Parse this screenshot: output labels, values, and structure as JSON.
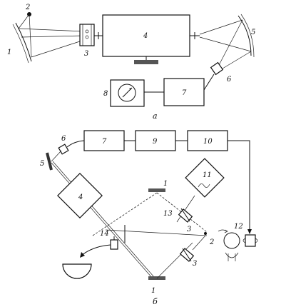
{
  "diagram_a": {
    "caption": "a",
    "labels": {
      "mirror_left": "1",
      "point_source": "2",
      "cell": "3",
      "chamber": "4",
      "mirror_right": "5",
      "detector": "6",
      "amplifier": "7",
      "meter": "8"
    }
  },
  "diagram_b": {
    "caption": "б",
    "labels": {
      "mirror_5": "5",
      "detector_6": "6",
      "box_7": "7",
      "box_9": "9",
      "box_10": "10",
      "chamber_4": "4",
      "mirror_top": "1",
      "mirror_bottom": "1",
      "box_11": "11",
      "element_13": "13",
      "element_3_top": "3",
      "element_3_bottom": "3",
      "point_2": "2",
      "motor_12": "12",
      "element_14": "14"
    }
  }
}
